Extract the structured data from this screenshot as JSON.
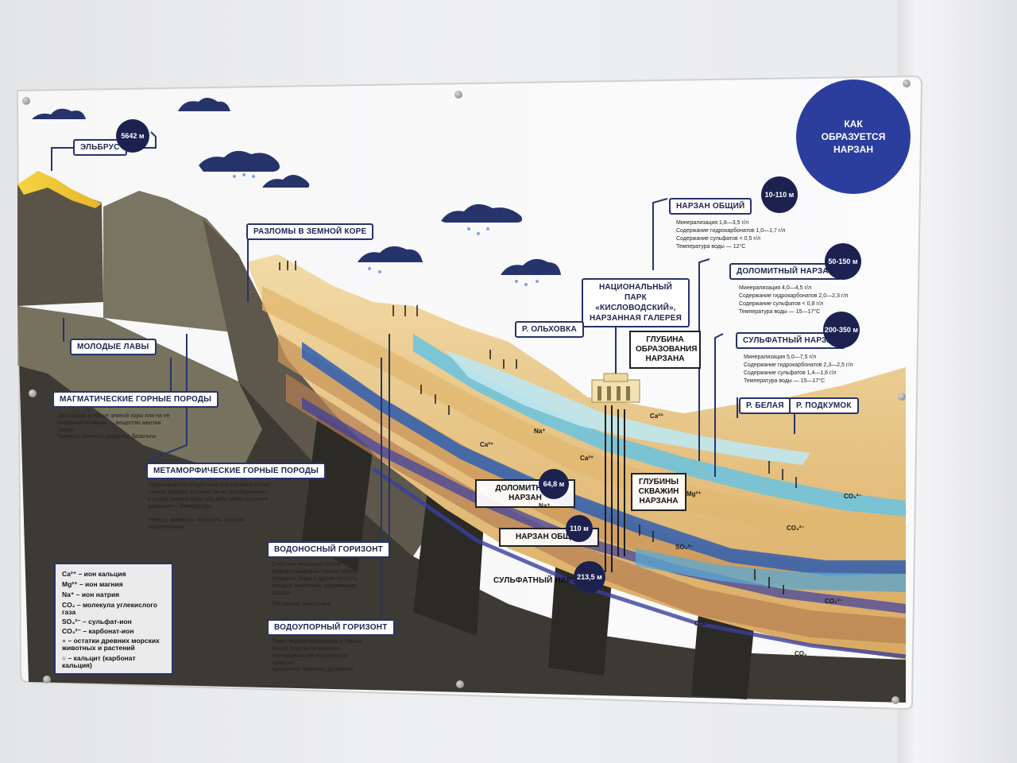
{
  "title": {
    "line1": "КАК",
    "line2": "ОБРАЗУЕТСЯ",
    "line3": "НАРЗАН"
  },
  "peaks": {
    "elbrus": "ЭЛЬБРУС",
    "elbrus_height": "5642 м"
  },
  "labels": {
    "faults": "РАЗЛОМЫ В ЗЕМНОЙ КОРЕ",
    "young_lava": "МОЛОДЫЕ ЛАВЫ",
    "magmatic": "МАГМАТИЧЕСКИЕ ГОРНЫЕ ПОРОДЫ",
    "magmatic_desc1": "Застывшая в толще земной коры или на ее поверхности магма — вещество мантии Земли",
    "magmatic_desc2": "Граниты, сиениты, диориты, базальты",
    "metamorphic": "МЕТАМОРФИЧЕСКИЕ ГОРНЫЕ ПОРОДЫ",
    "metamorphic_desc1": "Первоначально осадочные или магматические горные породы, которые были преобразованы в толще земной коры под действием высокого давления и температуры",
    "metamorphic_desc2": "Гнейсы, мраморы, кварциты, сланцы, серпентиниты",
    "aquifer": "ВОДОНОСНЫЙ ГОРИЗОНТ",
    "aquifer_desc1": "Слой или несколько слоев водопроницаемых горных пород, трещины, поры и другие пустоты которых заполнены подземными водами",
    "aquifer_desc2": "Песчаники, известняки",
    "aquitard": "ВОДОУПОРНЫЙ ГОРИЗОНТ",
    "aquitard_desc1": "Пласт водонепроницаемых горных пород, подстилающий или перекрывающий водоносный горизонт",
    "aquitard_desc2": "Аргиллиты, мергели, доломиты",
    "park": "НАЦИОНАЛЬНЫЙ ПАРК «КИСЛОВОДСКИЙ», НАРЗАННАЯ ГАЛЕРЕЯ",
    "olkhovka": "Р. ОЛЬХОВКА",
    "depth_formation": "ГЛУБИНА ОБРАЗОВАНИЯ НАРЗАНА",
    "belaya": "Р. БЕЛАЯ",
    "podkumok": "Р. ПОДКУМОК",
    "well_depth": "ГЛУБИНЫ СКВАЖИН НАРЗАНА",
    "dolomite_well": "ДОЛОМИТНЫЙ НАРЗАН",
    "dolomite_well_depth": "64,8 м",
    "general_well": "НАРЗАН ОБЩИЙ",
    "general_well_depth": "110 м",
    "sulfate_well": "СУЛЬФАТНЫЙ НАРЗАН",
    "sulfate_well_depth": "213,5 м"
  },
  "narzan_types": [
    {
      "name": "НАРЗАН ОБЩИЙ",
      "depth": "10-110 м",
      "lines": [
        "Минерализация 1,8—3,5 г/л",
        "Содержание гидрокарбонатов 1,0—1,7 г/л",
        "Содержание сульфатов < 0,5 г/л",
        "Температура воды — 12°C"
      ]
    },
    {
      "name": "ДОЛОМИТНЫЙ НАРЗАН",
      "depth": "50-150 м",
      "lines": [
        "Минерализация 4,0—4,5 г/л",
        "Содержание гидрокарбонатов 2,0—2,3 г/л",
        "Содержание сульфатов < 0,8 г/л",
        "Температура воды — 15—17°C"
      ]
    },
    {
      "name": "СУЛЬФАТНЫЙ НАРЗАН",
      "depth": "200-350 м",
      "lines": [
        "Минерализация 5,0—7,5 г/л",
        "Содержание гидрокарбонатов 2,3—2,5 г/л",
        "Содержание сульфатов 1,4—1,6 г/л",
        "Температура воды — 15—17°C"
      ]
    }
  ],
  "legend": [
    {
      "sym": "Ca²⁺",
      "text": "– ион кальция"
    },
    {
      "sym": "Mg²⁺",
      "text": "– ион магния"
    },
    {
      "sym": "Na⁺",
      "text": "– ион натрия"
    },
    {
      "sym": "CO₂",
      "text": "– молекула углекислого газа"
    },
    {
      "sym": "SO₄²⁻",
      "text": "– сульфат-ион"
    },
    {
      "sym": "CO₃²⁻",
      "text": "– карбонат-ион"
    },
    {
      "sym": "●",
      "text": "– остатки древних морских животных и растений"
    },
    {
      "sym": "○",
      "text": "– кальцит (карбонат кальция)"
    }
  ],
  "ions": {
    "ca": "Ca²⁺",
    "na": "Na⁺",
    "mg": "Mg²⁺",
    "co2": "CO₂",
    "co3": "CO₃²⁻",
    "so4": "SO₄²⁻"
  },
  "colors": {
    "navy": "#1c2150",
    "circle": "#2b3e9e",
    "sand": "#e9c98a",
    "water": "#6fc3dc",
    "deep_blue": "#2f5fb0",
    "rock": "#6b6558"
  }
}
